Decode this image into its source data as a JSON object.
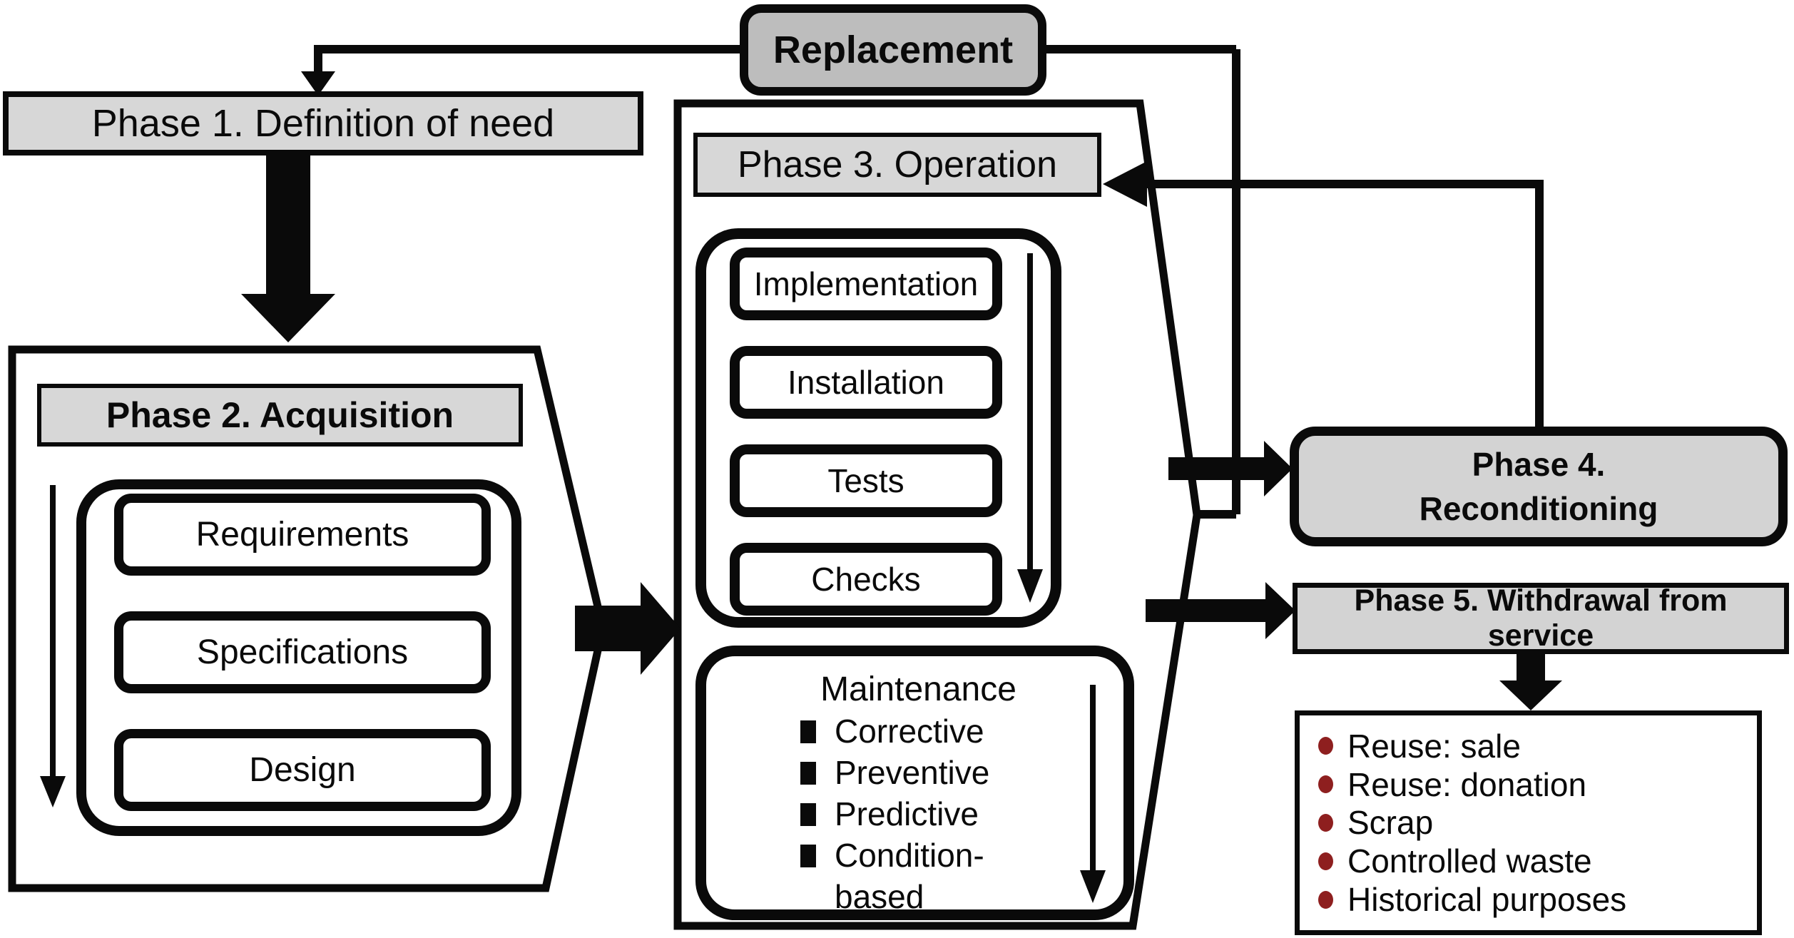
{
  "diagram": {
    "replacement": {
      "label": "Replacement"
    },
    "phase1": {
      "label": "Phase 1. Definition of need"
    },
    "phase2": {
      "title": "Phase 2. Acquisition",
      "steps": [
        "Requirements",
        "Specifications",
        "Design"
      ]
    },
    "phase3": {
      "title": "Phase 3. Operation",
      "steps": [
        "Implementation",
        "Installation",
        "Tests",
        "Checks"
      ],
      "maintenance": {
        "title": "Maintenance",
        "types": [
          "Corrective",
          "Preventive",
          "Predictive",
          "Condition-based"
        ]
      }
    },
    "phase4": {
      "label_line1": "Phase 4.",
      "label_line2": "Reconditioning"
    },
    "phase5": {
      "label": "Phase 5. Withdrawal from service",
      "outcomes": [
        "Reuse: sale",
        "Reuse: donation",
        "Scrap",
        "Controlled waste",
        "Historical purposes"
      ]
    },
    "colors": {
      "header_gray": "#d7d7d7",
      "replacement_gray": "#bdbdbd",
      "phase45_gray": "#d3d3d3",
      "bullet_red": "#8e1f1f",
      "line_black": "#0a0a0a"
    }
  }
}
